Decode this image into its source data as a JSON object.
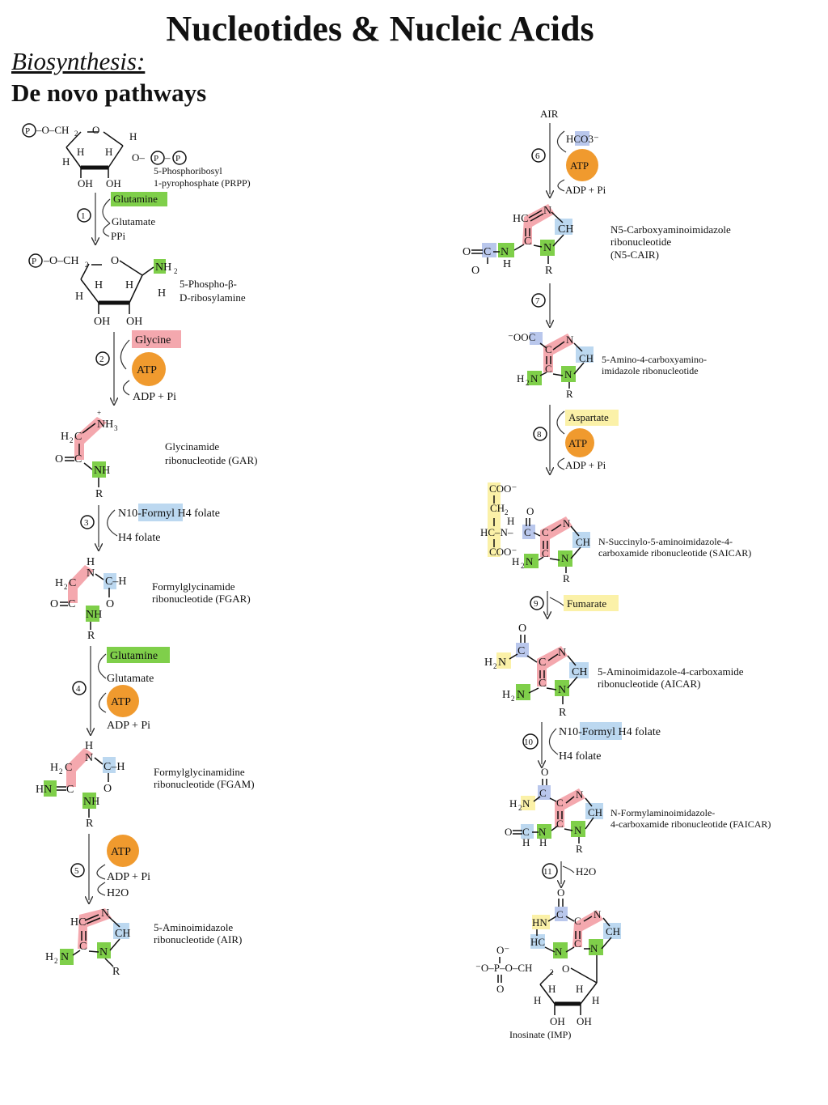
{
  "title": "Nucleotides & Nucleic Acids",
  "subtitle": "Biosynthesis:",
  "section": "De novo pathways",
  "colors": {
    "green": "#7fcf4a",
    "pink": "#f4a8ae",
    "blue": "#bcd8f0",
    "yellow": "#fbf1a8",
    "atp": "#f09a2e"
  },
  "steps": [
    "1",
    "2",
    "3",
    "4",
    "5",
    "6",
    "7",
    "8",
    "9",
    "10",
    "11"
  ],
  "reagents": {
    "glutamine": "Glutamine",
    "glutamate": "Glutamate",
    "ppi": "PPi",
    "glycine": "Glycine",
    "atp": "ATP",
    "adp_pi": "ADP + Pi",
    "formyl": "N10-Formyl H4 folate",
    "h4folate": "H4 folate",
    "h2o": "H2O",
    "hco3": "HCO3⁻",
    "aspartate": "Aspartate",
    "fumarate": "Fumarate"
  },
  "compounds": {
    "prpp": [
      "5-Phosphoribosyl",
      "1-pyrophosphate (PRPP)"
    ],
    "pra": [
      "5-Phospho-β-",
      "D-ribosylamine"
    ],
    "gar": [
      "Glycinamide",
      "ribonucleotide (GAR)"
    ],
    "fgar": [
      "Formylglycinamide",
      "ribonucleotide (FGAR)"
    ],
    "fgam": [
      "Formylglycinamidine",
      "ribonucleotide (FGAM)"
    ],
    "air": [
      "5-Aminoimidazole",
      "ribonucleotide (AIR)"
    ],
    "air_label": "AIR",
    "cair": [
      "N5-Carboxyaminoimidazole",
      "ribonucleotide",
      "(N5-CAIR)"
    ],
    "cair2": [
      "5-Amino-4-carboxyamino-",
      "imidazole ribonucleotide"
    ],
    "saicar": [
      "N-Succinylo-5-aminoimidazole-4-",
      "carboxamide ribonucleotide (SAICAR)"
    ],
    "aicar": [
      "5-Aminoimidazole-4-carboxamide",
      "ribonucleotide (AICAR)"
    ],
    "faicar": [
      "N-Formylaminoimidazole-",
      "4-carboxamide ribonucleotide (FAICAR)"
    ],
    "imp": "Inosinate (IMP)"
  }
}
